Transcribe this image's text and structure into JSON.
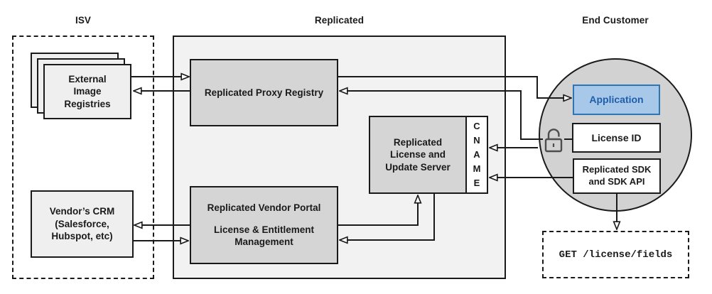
{
  "titles": {
    "isv": "ISV",
    "replicated": "Replicated",
    "end_customer": "End Customer"
  },
  "nodes": {
    "registries": "External\nImage\nRegistries",
    "crm": "Vendor’s CRM\n(Salesforce,\nHubspot, etc)",
    "proxy": "Replicated Proxy Registry",
    "license_server": "Replicated\nLicense and\nUpdate Server",
    "cname": "CNAME",
    "portal_title": "Replicated Vendor Portal",
    "portal_subtitle": "License & Entitlement\nManagement",
    "application": "Application",
    "license_id": "License ID",
    "sdk": "Replicated SDK\nand SDK API",
    "api_request": "GET /license/fields"
  },
  "colors": {
    "line": "#1a1a1a",
    "container_fill": "#f2f2f2",
    "node_fill": "#d5d5d5",
    "light_node_fill": "#efefef",
    "circle_fill": "#d2d2d2",
    "app_fill": "#a8c8e9",
    "app_border": "#2e75b6",
    "app_text": "#1f5ea9",
    "lock": "#4d4d4d"
  }
}
